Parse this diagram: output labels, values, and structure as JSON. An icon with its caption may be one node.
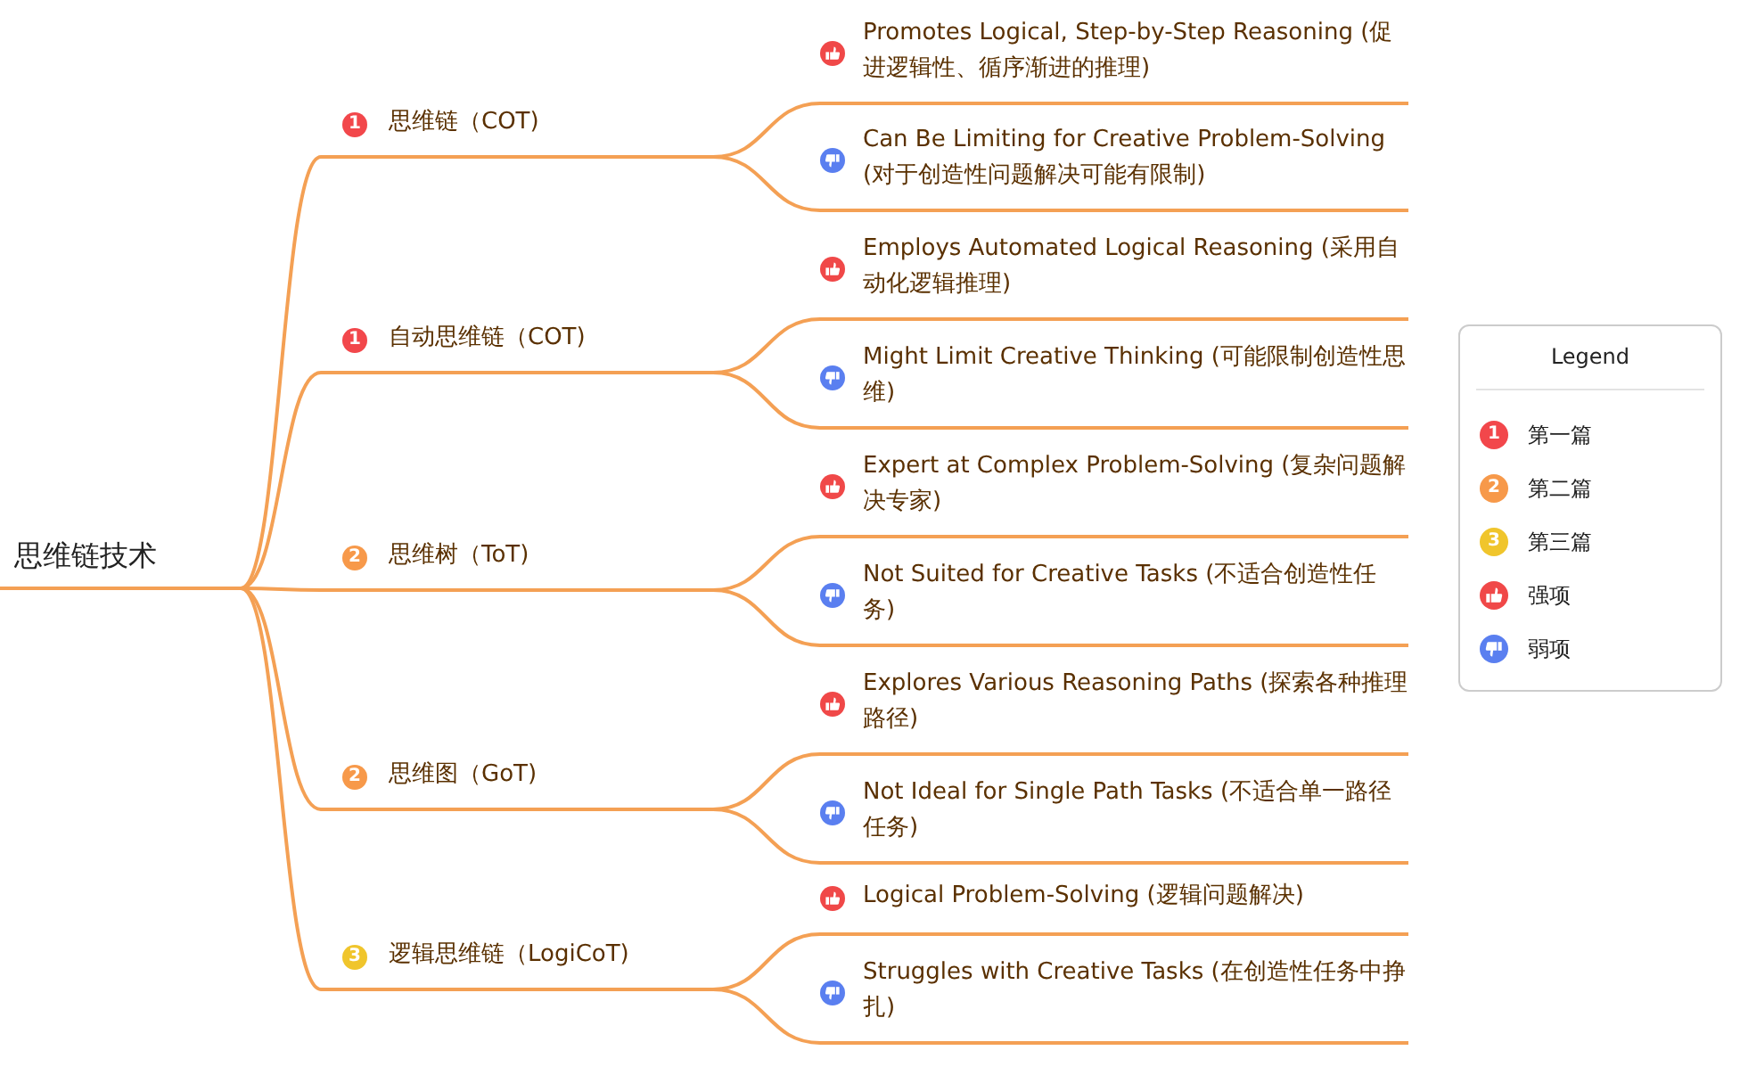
{
  "diagram": {
    "nodes": [
      {
        "text": [
          "思维链技术"
        ]
      },
      {
        "text": [
          "1",
          "思维链（COT)"
        ]
      },
      {
        "text": [
          "1",
          "自动思维链（COT)"
        ]
      },
      {
        "text": [
          "2",
          "思维树（ToT)"
        ]
      },
      {
        "text": [
          "2",
          "思维图（GoT)"
        ]
      },
      {
        "text": [
          "3",
          "逻辑思维链（LogiCoT)"
        ]
      },
      {
        "text": [
          "Promotes Logical, Step-by-Step Reasoning (促进逻辑性、循序渐进的推理)"
        ]
      },
      {
        "text": [
          "Can Be Limiting for Creative Problem-Solving (对于创造性问题解决可能有限制)"
        ]
      },
      {
        "text": [
          "Employs Automated Logical Reasoning (采用自动化逻辑推理)"
        ]
      },
      {
        "text": [
          "Might Limit Creative Thinking (可能限制创造性思维)"
        ]
      },
      {
        "text": [
          "Expert at Complex Problem-Solving (复杂问题解决专家)"
        ]
      },
      {
        "text": [
          "Not Suited for Creative Tasks (不适合创造性任务)"
        ]
      },
      {
        "text": [
          "Explores Various Reasoning Paths (探索各种推理路径)"
        ]
      },
      {
        "text": [
          "Not Ideal for Single Path Tasks (不适合单一路径任务)"
        ]
      },
      {
        "text": [
          "Logical Problem-Solving (逻辑问题解决)"
        ]
      },
      {
        "text": [
          "Struggles with Creative Tasks (在创造性任务中挣扎)"
        ]
      }
    ],
    "edges": [
      {
        "from": 0,
        "to": 1,
        "arrow": "none"
      },
      {
        "from": 0,
        "to": 2,
        "arrow": "none"
      },
      {
        "from": 0,
        "to": 3,
        "arrow": "none"
      },
      {
        "from": 0,
        "to": 4,
        "arrow": "none"
      },
      {
        "from": 0,
        "to": 5,
        "arrow": "none"
      },
      {
        "from": 1,
        "to": 6,
        "arrow": "none"
      },
      {
        "from": 1,
        "to": 7,
        "arrow": "none"
      },
      {
        "from": 2,
        "to": 8,
        "arrow": "none"
      },
      {
        "from": 2,
        "to": 9,
        "arrow": "none"
      },
      {
        "from": 3,
        "to": 10,
        "arrow": "none"
      },
      {
        "from": 3,
        "to": 11,
        "arrow": "none"
      },
      {
        "from": 4,
        "to": 12,
        "arrow": "none"
      },
      {
        "from": 4,
        "to": 13,
        "arrow": "none"
      },
      {
        "from": 5,
        "to": 14,
        "arrow": "none"
      },
      {
        "from": 5,
        "to": 15,
        "arrow": "none"
      }
    ],
    "labels": [
      "Legend",
      "1",
      "2",
      "3"
    ],
    "legend": [
      {
        "text": "第一篇",
        "color": "#f2474b"
      },
      {
        "text": "第二篇",
        "color": "#f7994a"
      },
      {
        "text": "第三篇",
        "color": "#f0c52c"
      },
      {
        "text": "强项",
        "color": "#f04848"
      },
      {
        "text": "弱项",
        "color": "#5a7ff0"
      }
    ]
  }
}
